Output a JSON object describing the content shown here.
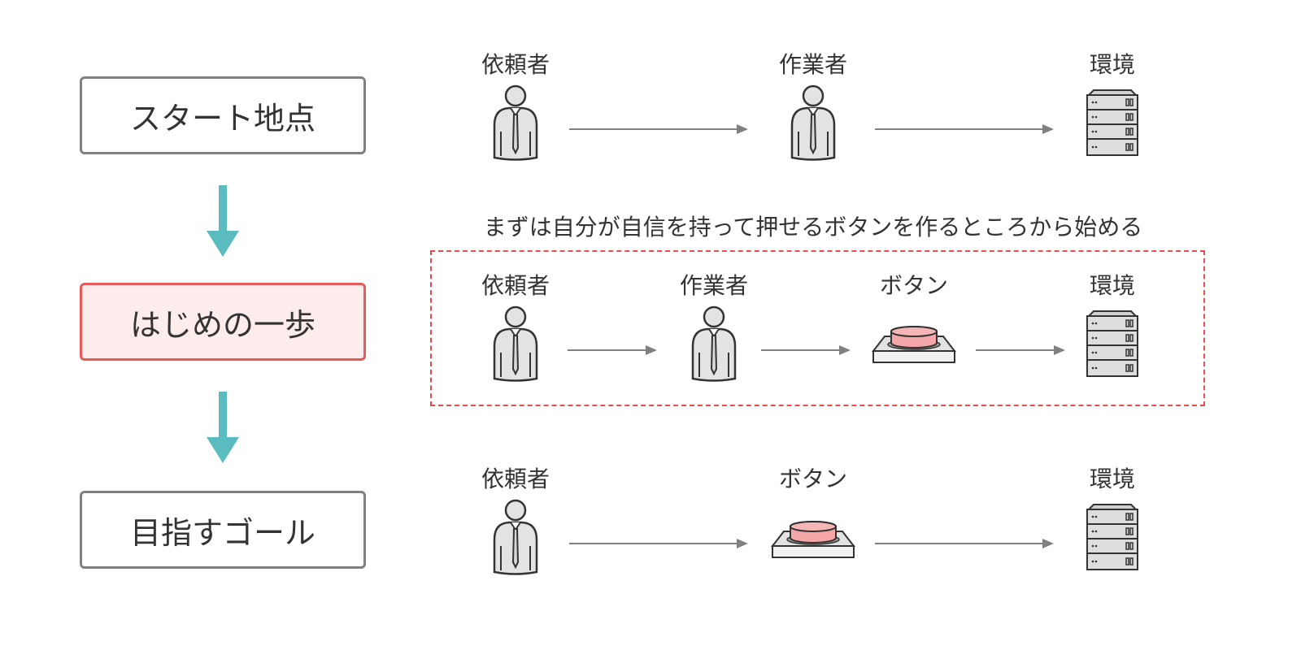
{
  "stages": {
    "start": "スタート地点",
    "first_step": "はじめの一歩",
    "goal": "目指すゴール"
  },
  "rows": {
    "start": {
      "requester": "依頼者",
      "worker": "作業者",
      "environment": "環境"
    },
    "first_step": {
      "requester": "依頼者",
      "worker": "作業者",
      "button": "ボタン",
      "environment": "環境"
    },
    "goal": {
      "requester": "依頼者",
      "button": "ボタン",
      "environment": "環境"
    }
  },
  "caption": "まずは自分が自信を持って押せるボタンを作るところから始める",
  "icons": {
    "person": "person-icon",
    "button": "push-button-icon",
    "server": "server-icon",
    "arrow": "arrow-right-icon"
  },
  "colors": {
    "box_border": "#808080",
    "highlight_border": "#e85a5a",
    "highlight_fill": "#fdecec",
    "flow_arrow": "#5bbcbf",
    "dashed_frame": "#e84c4c",
    "connector": "#808080",
    "button_top": "#f4a5a5"
  }
}
